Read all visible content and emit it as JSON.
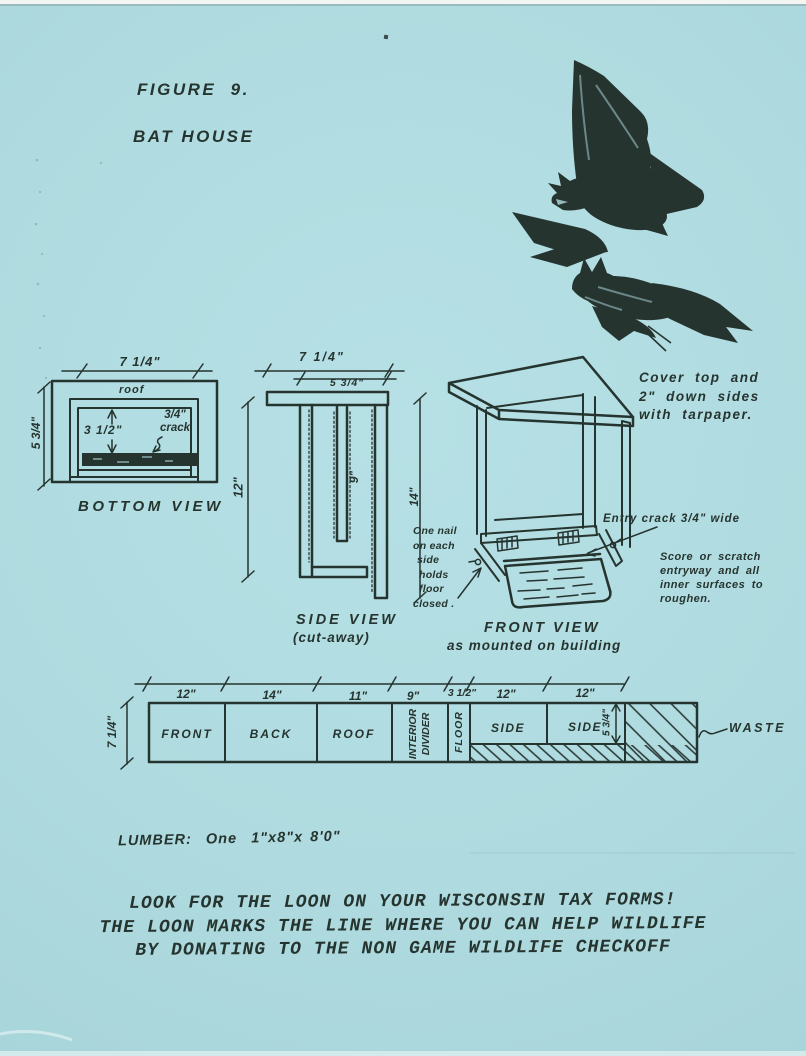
{
  "colors": {
    "paper": "#b0dce1",
    "ink": "#26342f"
  },
  "title": {
    "line1": "FIGURE  9.",
    "line2": "BAT HOUSE"
  },
  "bottom_view": {
    "label": "BOTTOM VIEW",
    "width_dim": "7 1/4\"",
    "height_dim": "5 3/4\"",
    "roof_label": "roof",
    "gap_dim": "3 1/2\"",
    "crack_line1": "3/4\"",
    "crack_line2": "crack"
  },
  "side_view": {
    "label": "SIDE VIEW",
    "sublabel": "(cut-away)",
    "outer_width_dim": "7 1/4\"",
    "inner_width_dim": "5 3/4\"",
    "height_dim": "12\"",
    "divider_dim": "9\""
  },
  "front_view": {
    "label": "FRONT VIEW",
    "sublabel": "as mounted on building",
    "height_dim": "14\"",
    "nail_note_lines": [
      "One nail",
      "on each",
      "side",
      "holds",
      "floor",
      "closed ."
    ],
    "entry_note": "Entry crack 3/4\" wide",
    "tarpaper_note_lines": [
      "Cover top and",
      "2\" down sides",
      "with tarpaper."
    ],
    "score_note_lines": [
      "Score or scratch",
      "entryway and all",
      "inner surfaces to",
      "roughen."
    ]
  },
  "cutting_diagram": {
    "board_height_dim": "7 1/4\"",
    "side_height_dim": "5 3/4\"",
    "section_dims": [
      "12\"",
      "14\"",
      "11\"",
      "9\"",
      "3 1/2\"",
      "12\"",
      "12\""
    ],
    "section_labels": [
      "FRONT",
      "BACK",
      "ROOF",
      "INTERIOR",
      "DIVIDER",
      "FLOOR",
      "SIDE",
      "SIDE"
    ],
    "waste_label": "WASTE",
    "lumber_note": "LUMBER:  One  1\"x8\"x 8'0\""
  },
  "footer": {
    "lines": [
      "LOOK FOR THE LOON ON YOUR WISCONSIN TAX FORMS!",
      "THE LOON MARKS THE LINE WHERE YOU CAN HELP WILDLIFE",
      "BY DONATING TO THE NON GAME WILDLIFE CHECKOFF"
    ]
  }
}
